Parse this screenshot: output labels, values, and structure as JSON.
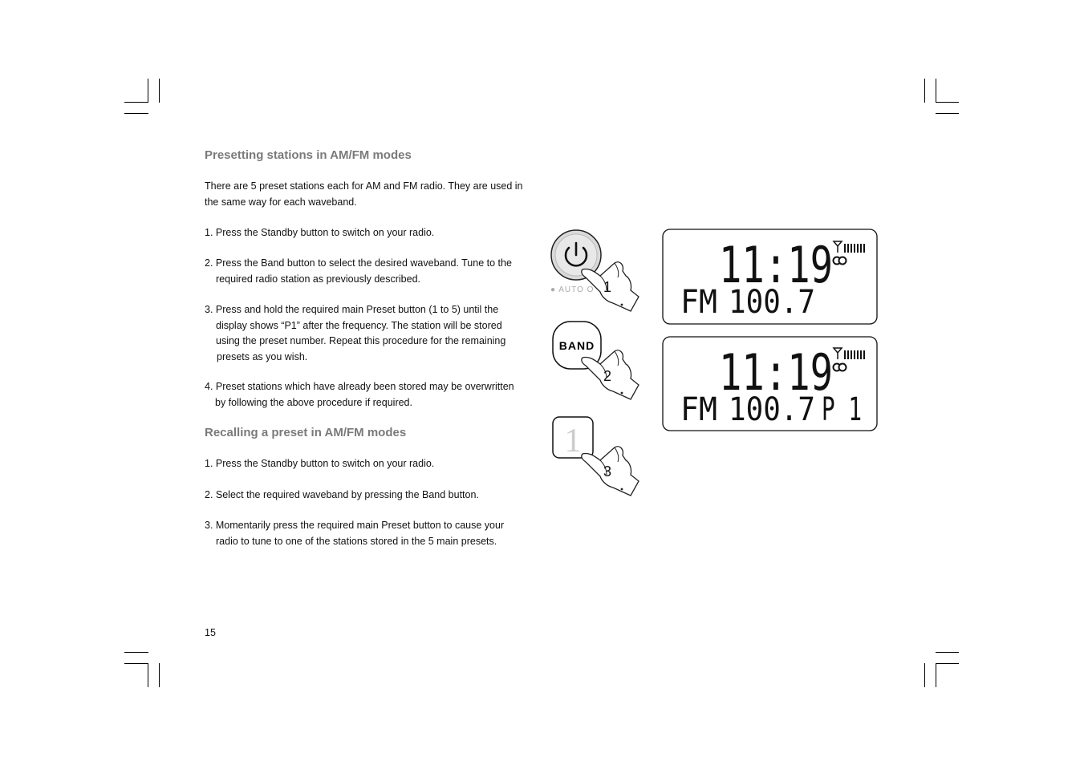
{
  "section1": {
    "heading": "Presetting stations in AM/FM modes",
    "intro_line1": "There are 5 preset stations each for AM and FM radio. They are used in",
    "intro_line2": "the same way for each waveband.",
    "step1": "1. Press the Standby button to switch on your radio.",
    "step2_line1": "2. Press the Band button to select the desired waveband. Tune to the",
    "step2_line2": "required radio station as previously described.",
    "step3_line1": "3. Press and hold the required main Preset button (1 to 5) until the",
    "step3_line2": "display shows “P1” after the frequency. The station will be stored",
    "step3_line3": "using the preset number. Repeat this procedure for the remaining",
    "step3_line4": "presets as you wish.",
    "step4_line1": "4. Preset stations which have already been stored may be overwritten",
    "step4_line2": "by following the above procedure if required."
  },
  "section2": {
    "heading": "Recalling a preset in AM/FM modes",
    "step1": "1. Press the Standby button to switch on your radio.",
    "step2": "2. Select the required waveband by pressing the Band button.",
    "step3_line1": "3. Momentarily press the required main Preset button to cause your",
    "step3_line2": "radio to tune to one of the stations stored in the 5 main presets."
  },
  "page_number": "15",
  "illustration": {
    "auto_label": "● AUTO O",
    "band_button_label": "BAND",
    "preset_button_label": "1",
    "callout_1": "1",
    "callout_2": "2",
    "callout_3": "3",
    "display1": {
      "time": "11:19",
      "mode": "FM",
      "frequency": "100.7",
      "preset": ""
    },
    "display2": {
      "time": "11:19",
      "mode": "FM",
      "frequency": "100.7",
      "preset": "P 1"
    }
  }
}
